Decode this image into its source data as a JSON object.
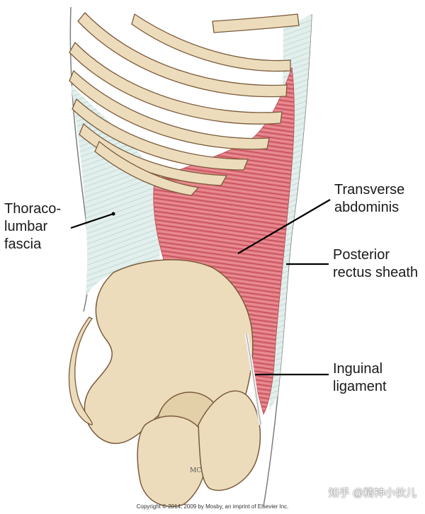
{
  "labels": {
    "thoraco": "Thoraco-\nlumbar\nfascia",
    "transverse": "Transverse\nabdominis",
    "posterior": "Posterior\nrectus sheath",
    "inguinal": "Inguinal\nligament"
  },
  "copyright": "Copyright © 2014, 2009 by Mosby, an imprint of Elsevier Inc.",
  "watermark": "知乎 @精神小伙儿",
  "initials": "MC",
  "colors": {
    "bone": "#ecdcbc",
    "bone_outline": "#7a5a3a",
    "muscle": "#d96a72",
    "fascia": "#d8ebe6",
    "leader": "#000000"
  }
}
